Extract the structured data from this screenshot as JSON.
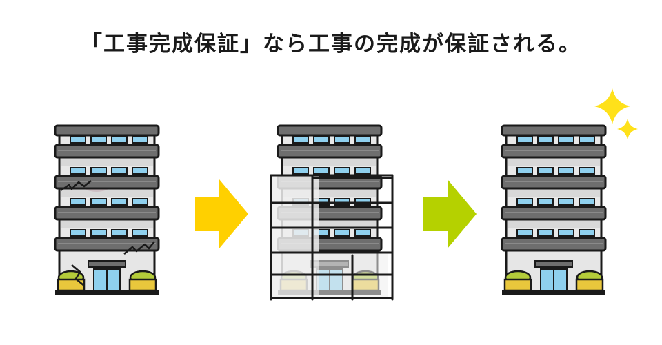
{
  "headline": "「工事完成保証」なら工事の完成が保証される。",
  "stages": [
    {
      "state": "damaged",
      "icon": "damaged-building-icon"
    },
    {
      "state": "under-construction",
      "icon": "scaffolded-building-icon"
    },
    {
      "state": "completed",
      "icon": "completed-building-icon"
    }
  ],
  "arrows": [
    {
      "color": "#FFD000",
      "icon": "yellow-arrow-icon"
    },
    {
      "color": "#B5D100",
      "icon": "green-arrow-icon"
    }
  ],
  "colors": {
    "outline": "#1a1a1a",
    "floor_band": "#6e6e6e",
    "wall": "#d8d8d8",
    "window": "#8fd0ee",
    "bush": "#b4cc3a",
    "planter": "#e9c73c",
    "sparkle": "#FFE11A",
    "damage_stain": "#c9b4bb",
    "scaffold_cover": "#eeeeee"
  }
}
